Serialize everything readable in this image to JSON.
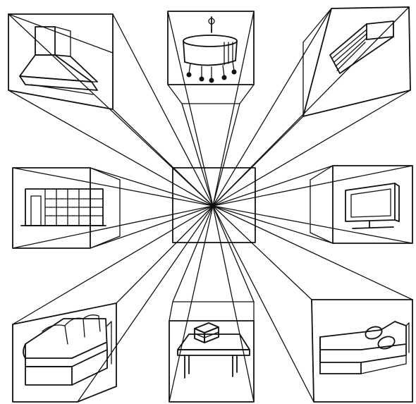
{
  "diagram": {
    "kind": "one-point perspective sketch",
    "ink_color": "#111111",
    "paper_color": "#ffffff",
    "objects": [
      {
        "id": "range-hood",
        "position": "top-left"
      },
      {
        "id": "chandelier",
        "position": "top-center"
      },
      {
        "id": "air-conditioner",
        "position": "top-right"
      },
      {
        "id": "shelving-unit",
        "position": "middle-left"
      },
      {
        "id": "television",
        "position": "middle-right"
      },
      {
        "id": "sofa",
        "position": "bottom-left"
      },
      {
        "id": "coffee-table-with-books",
        "position": "bottom-center"
      },
      {
        "id": "bed",
        "position": "bottom-right"
      }
    ]
  }
}
